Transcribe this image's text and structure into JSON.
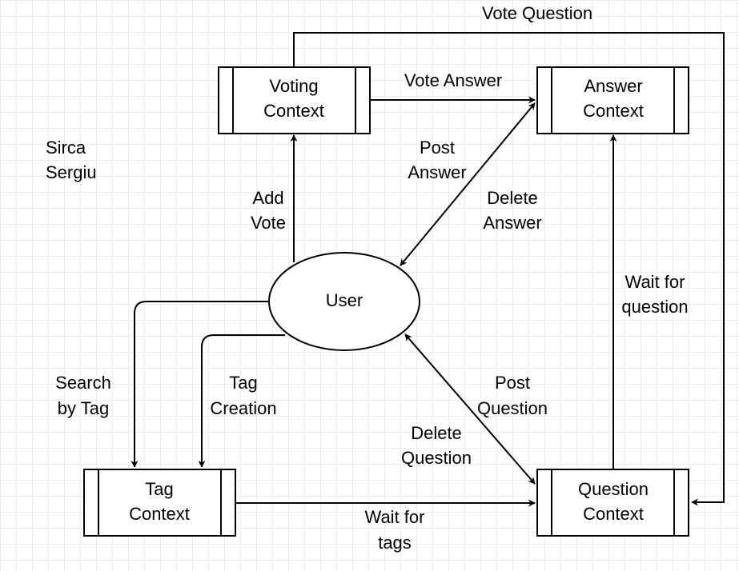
{
  "author": {
    "line1": "Sirca",
    "line2": "Sergiu"
  },
  "nodes": {
    "voting": {
      "line1": "Voting",
      "line2": "Context"
    },
    "answer": {
      "line1": "Answer",
      "line2": "Context"
    },
    "user": {
      "label": "User"
    },
    "tag": {
      "line1": "Tag",
      "line2": "Context"
    },
    "question": {
      "line1": "Question",
      "line2": "Context"
    }
  },
  "edges": {
    "vote_question": {
      "line1": "Vote Question"
    },
    "vote_answer": {
      "line1": "Vote Answer"
    },
    "add_vote": {
      "line1": "Add",
      "line2": "Vote"
    },
    "post_answer": {
      "line1": "Post",
      "line2": "Answer"
    },
    "delete_answer": {
      "line1": "Delete",
      "line2": "Answer"
    },
    "wait_for_question": {
      "line1": "Wait for",
      "line2": "question"
    },
    "search_by_tag": {
      "line1": "Search",
      "line2": "by Tag"
    },
    "tag_creation": {
      "line1": "Tag",
      "line2": "Creation"
    },
    "post_question": {
      "line1": "Post",
      "line2": "Question"
    },
    "delete_question": {
      "line1": "Delete",
      "line2": "Question"
    },
    "wait_for_tags": {
      "line1": "Wait for",
      "line2": "tags"
    }
  },
  "colors": {
    "stroke": "#000000",
    "fill": "#ffffff",
    "grid": "#ececec"
  }
}
